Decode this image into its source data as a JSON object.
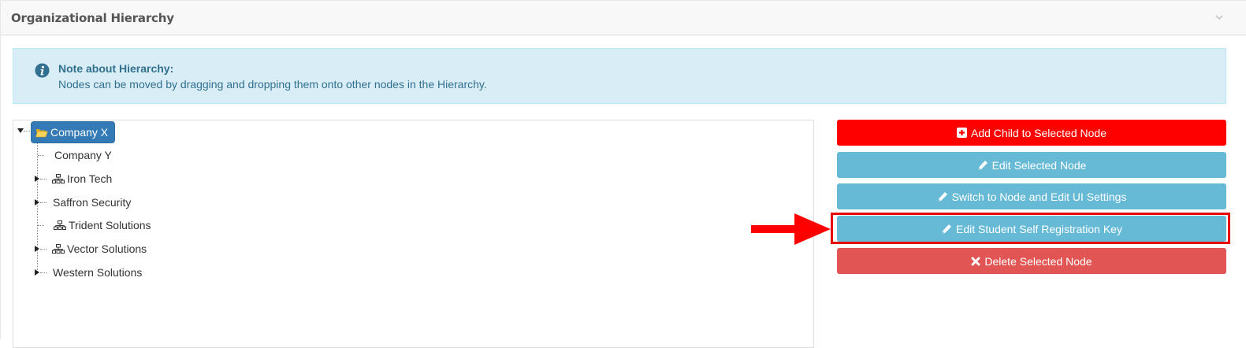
{
  "panel": {
    "title": "Organizational Hierarchy",
    "collapse_icon": "chevron-down-icon"
  },
  "alert": {
    "icon": "info-circle-icon",
    "title": "Note about Hierarchy:",
    "text": "Nodes can be moved by dragging and dropping them onto other nodes in the Hierarchy."
  },
  "tree": {
    "root": {
      "label": "Company X",
      "icon": "folder-open-icon",
      "expanded": true,
      "selected": true
    },
    "children": [
      {
        "label": "Company Y",
        "has_children": false,
        "icon": null
      },
      {
        "label": "Iron Tech",
        "has_children": true,
        "icon": "sitemap-icon"
      },
      {
        "label": "Saffron Security",
        "has_children": true,
        "icon": null
      },
      {
        "label": "Trident Solutions",
        "has_children": false,
        "icon": "sitemap-icon"
      },
      {
        "label": "Vector Solutions",
        "has_children": true,
        "icon": "sitemap-icon"
      },
      {
        "label": "Western Solutions",
        "has_children": true,
        "icon": null
      }
    ]
  },
  "actions": [
    {
      "label": "Add Child to Selected Node",
      "icon": "plus-square-icon",
      "color": "#ff0000"
    },
    {
      "label": "Edit Selected Node",
      "icon": "pencil-icon",
      "color": "#67bad6"
    },
    {
      "label": "Switch to Node and Edit UI Settings",
      "icon": "pencil-icon",
      "color": "#67bad6"
    },
    {
      "label": "Edit Student Self Registration Key",
      "icon": "pencil-icon",
      "color": "#67bad6",
      "highlighted": true
    },
    {
      "label": "Delete Selected Node",
      "icon": "times-icon",
      "color": "#e15654"
    }
  ],
  "annotation": {
    "arrow_color": "#ff0000",
    "highlight_color": "#e60000"
  }
}
